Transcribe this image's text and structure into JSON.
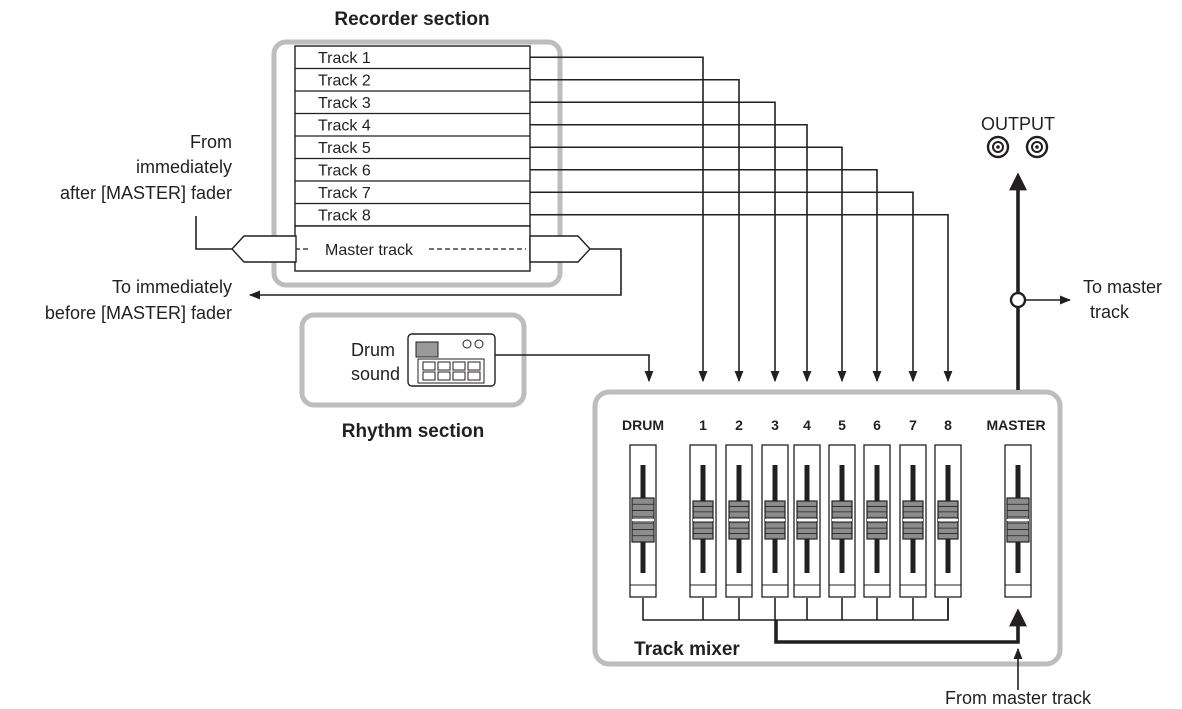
{
  "recorder": {
    "title": "Recorder section",
    "tracks": [
      "Track 1",
      "Track 2",
      "Track 3",
      "Track 4",
      "Track 5",
      "Track 6",
      "Track 7",
      "Track 8"
    ],
    "master_track": "Master track"
  },
  "rhythm": {
    "title": "Rhythm section",
    "drum_line1": "Drum",
    "drum_line2": "sound"
  },
  "mixer": {
    "title": "Track mixer",
    "channels": [
      "DRUM",
      "1",
      "2",
      "3",
      "4",
      "5",
      "6",
      "7",
      "8"
    ],
    "master_label": "MASTER"
  },
  "labels": {
    "from_master_fader": [
      "From",
      "immediately",
      "after [MASTER] fader"
    ],
    "to_master_fader": [
      "To immediately",
      "before [MASTER] fader"
    ],
    "output": "OUTPUT",
    "to_master_track": [
      "To master",
      "track"
    ],
    "from_master_track": "From master track"
  },
  "colors": {
    "line": "#231f20",
    "frame": "#bdbdbd"
  }
}
